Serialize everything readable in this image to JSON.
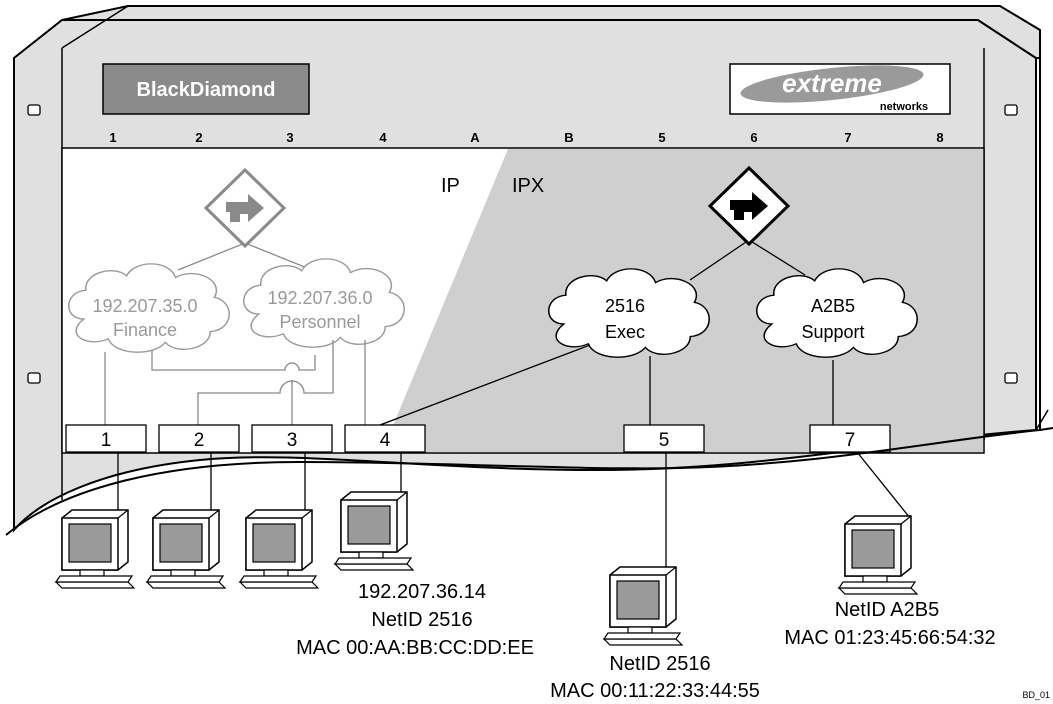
{
  "chassis": {
    "brand_left": "BlackDiamond",
    "brand_right_top": "extreme",
    "brand_right_bottom": "networks",
    "slots": [
      "1",
      "2",
      "3",
      "4",
      "A",
      "B",
      "5",
      "6",
      "7",
      "8"
    ]
  },
  "zones": {
    "ip": "IP",
    "ipx": "IPX"
  },
  "clouds": {
    "finance": {
      "line1": "192.207.35.0",
      "line2": "Finance"
    },
    "personnel": {
      "line1": "192.207.36.0",
      "line2": "Personnel"
    },
    "exec": {
      "line1": "2516",
      "line2": "Exec"
    },
    "support": {
      "line1": "A2B5",
      "line2": "Support"
    }
  },
  "ports": [
    "1",
    "2",
    "3",
    "4",
    "5",
    "7"
  ],
  "hosts": {
    "host4": {
      "line1": "192.207.36.14",
      "line2": "NetID 2516",
      "line3": "MAC 00:AA:BB:CC:DD:EE"
    },
    "host5": {
      "line1": "NetID 2516",
      "line2": "MAC 00:11:22:33:44:55"
    },
    "host7": {
      "line1": "NetID A2B5",
      "line2": "MAC 01:23:45:66:54:32"
    }
  },
  "figure_id": "BD_01"
}
